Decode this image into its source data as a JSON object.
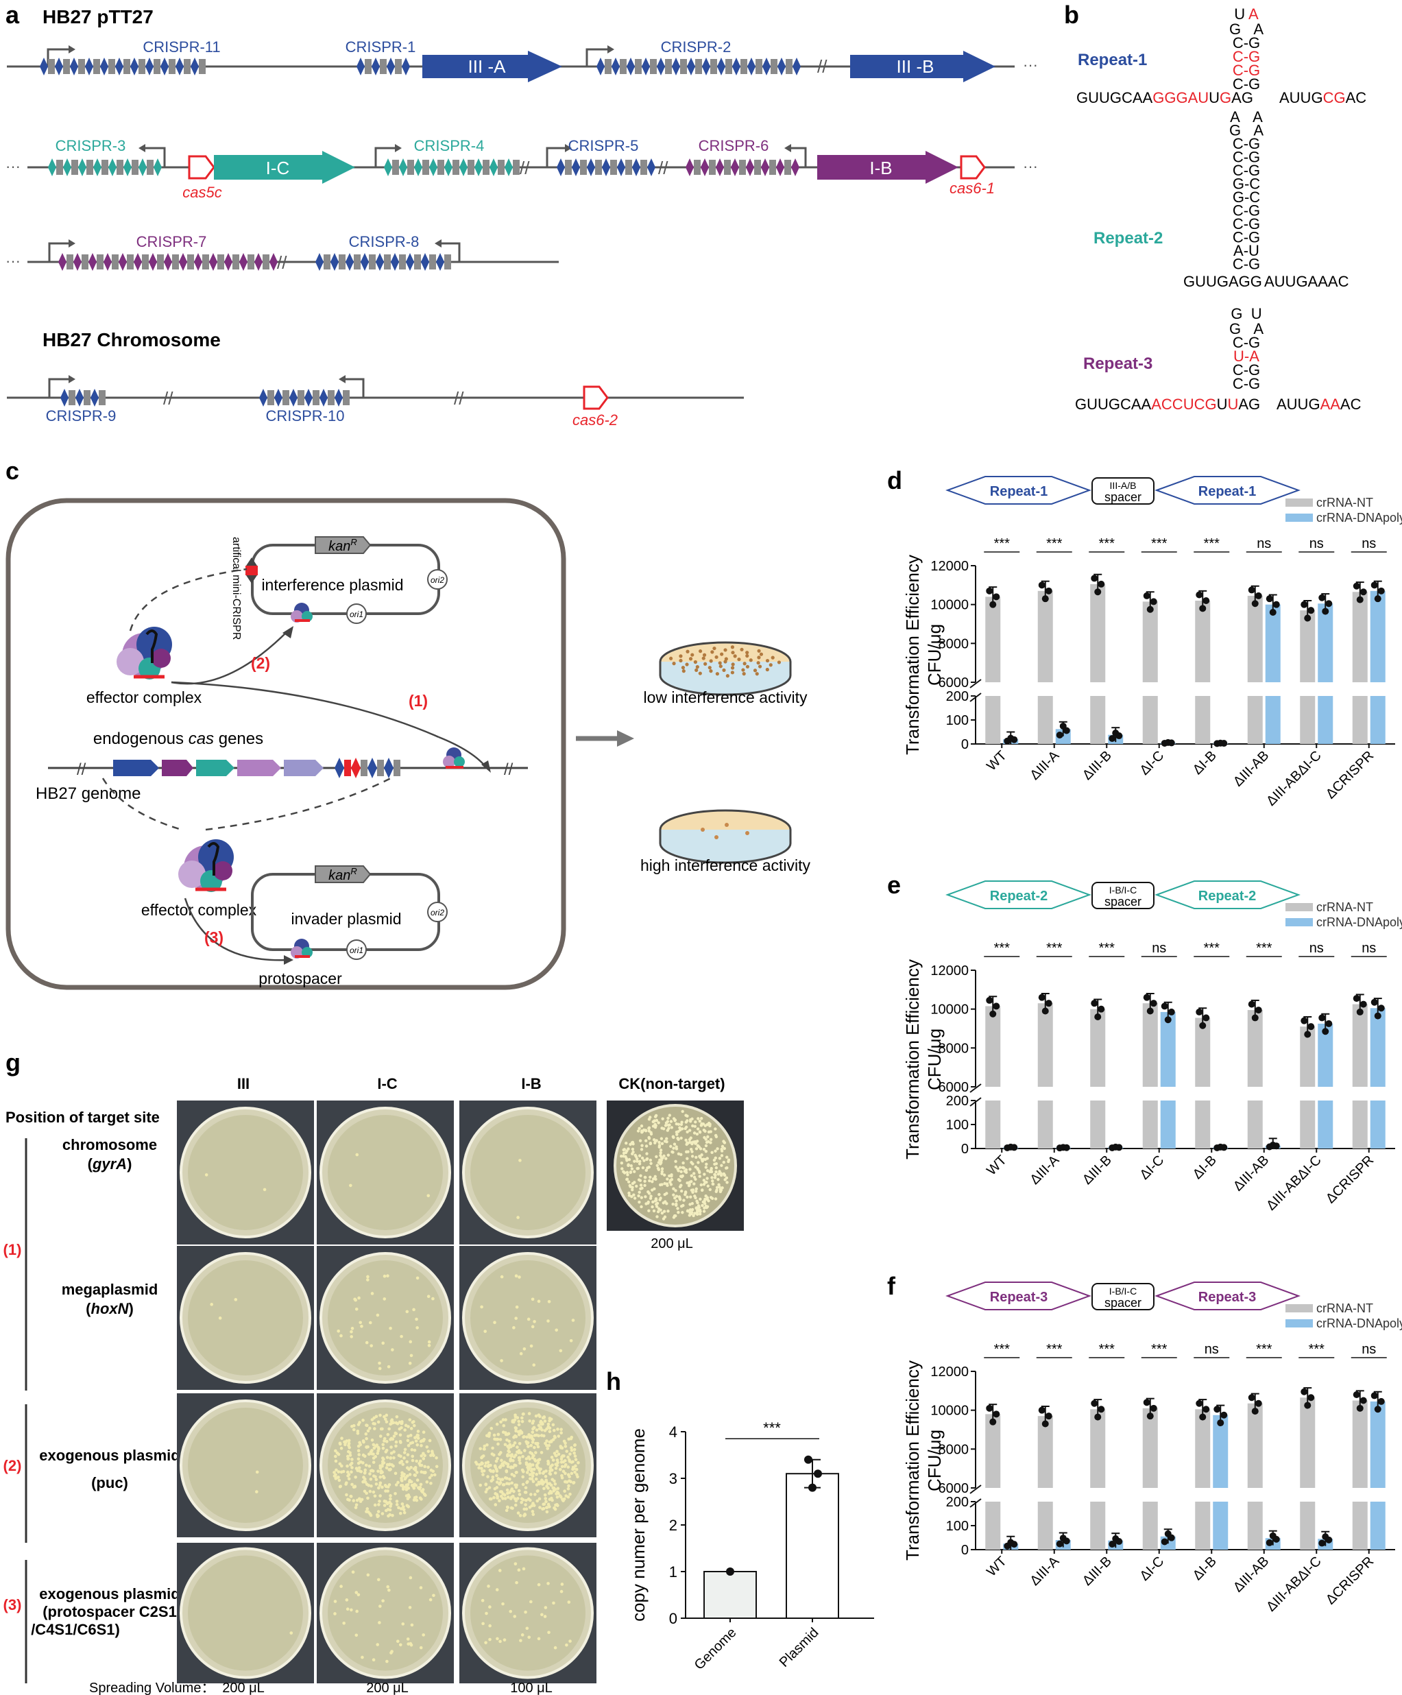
{
  "panel_a": {
    "letter": "a",
    "title1": "HB27  pTT27",
    "title2": "HB27 Chromosome",
    "crispr_labels": [
      "CRISPR-11",
      "CRISPR-1",
      "CRISPR-2",
      "CRISPR-3",
      "CRISPR-4",
      "CRISPR-5",
      "CRISPR-6",
      "CRISPR-7",
      "CRISPR-8",
      "CRISPR-9",
      "CRISPR-10"
    ],
    "gene_labels": [
      "III -A",
      "III -B",
      "I-C",
      "I-B"
    ],
    "cas_labels": [
      "cas5c",
      "cas6-1",
      "cas6-2"
    ]
  },
  "panel_b": {
    "letter": "b",
    "repeat1": {
      "name": "Repeat-1",
      "seq_black1": "GUUGCAA",
      "seq_red1": "GGGAU",
      "seq_black2": "U",
      "seq_red2": "G",
      "seq_black3": "AG",
      "right_black1": "AUUG",
      "right_red": "CG",
      "right_black2": "AC",
      "stem": [
        "U A",
        "G A",
        "C-G",
        "C-G",
        "C-G",
        "C-G"
      ]
    },
    "repeat2": {
      "name": "Repeat-2",
      "left": "GUUGAGG",
      "right": "AUUGAAAC",
      "stem": [
        "A A",
        "G A",
        "C-G",
        "C-G",
        "C-G",
        "G-C",
        "G-C",
        "C-G",
        "C-G",
        "C-G",
        "A-U",
        "C-G"
      ]
    },
    "repeat3": {
      "name": "Repeat-3",
      "seq_black1": "GUUGCAA",
      "seq_red1": "ACCUCG",
      "seq_black2": "U",
      "seq_red2": "U",
      "seq_black3": "AG",
      "right_black1": "AUUG",
      "right_red": "AA",
      "right_black2": "AC",
      "stem": [
        "G U",
        "G A",
        "C-G",
        "U-A",
        "C-G",
        "C-G"
      ]
    }
  },
  "panel_c": {
    "letter": "c",
    "labels": {
      "kanr": "kanR",
      "interference_plasmid": "interference plasmid",
      "mini_crispr": "artifical mini-CRISPR",
      "ori1": "ori1",
      "ori2": "ori2",
      "effector_complex": "effector complex",
      "endogenous": "endogenous cas genes",
      "genome": "HB27 genome",
      "invader_plasmid": "invader plasmid",
      "protospacer": "protospacer",
      "step1": "(1)",
      "step2": "(2)",
      "step3": "(3)",
      "low": "low interference activity",
      "high": "high interference activity"
    }
  },
  "chart_data": [
    {
      "panel": "d",
      "type": "bar",
      "header": {
        "left": "Repeat-1",
        "middle": [
          "III-A/B",
          "spacer"
        ],
        "right": "Repeat-1"
      },
      "categories": [
        "WT",
        "ΔIII-A",
        "ΔIII-B",
        "ΔI-C",
        "ΔI-B",
        "ΔIII-AB",
        "ΔIII-ABΔI-C",
        "ΔCRISPR"
      ],
      "series": [
        {
          "name": "crRNA-NT",
          "values": [
            10400,
            10700,
            11050,
            10150,
            10200,
            10450,
            9700,
            10650
          ]
        },
        {
          "name": "crRNA-DNApolyα",
          "values": [
            20,
            62,
            38,
            5,
            3,
            10000,
            10050,
            10700
          ]
        }
      ],
      "significance": [
        "***",
        "***",
        "***",
        "***",
        "***",
        "ns",
        "ns",
        "ns"
      ],
      "ylabel": "Transformation Efficiency CFU/μg",
      "ylim_upper": [
        6000,
        12000
      ],
      "ylim_lower": [
        0,
        200
      ],
      "yticks_upper": [
        6000,
        8000,
        10000,
        12000
      ],
      "yticks_lower": [
        0,
        100,
        200
      ]
    },
    {
      "panel": "e",
      "type": "bar",
      "header": {
        "left": "Repeat-2",
        "middle": [
          "I-B/I-C",
          "spacer"
        ],
        "right": "Repeat-2"
      },
      "categories": [
        "WT",
        "ΔIII-A",
        "ΔIII-B",
        "ΔI-C",
        "ΔI-B",
        "ΔIII-AB",
        "ΔIII-ABΔI-C",
        "ΔCRISPR"
      ],
      "series": [
        {
          "name": "crRNA-NT",
          "values": [
            10150,
            10300,
            10000,
            10300,
            9550,
            9950,
            9100,
            10250
          ]
        },
        {
          "name": "crRNA-DNApolyα",
          "values": [
            5,
            4,
            5,
            9850,
            5,
            12,
            9250,
            10050
          ]
        }
      ],
      "significance": [
        "***",
        "***",
        "***",
        "ns",
        "***",
        "***",
        "ns",
        "ns"
      ],
      "ylabel": "Transformation Efficiency CFU/μg",
      "ylim_upper": [
        6000,
        12000
      ],
      "ylim_lower": [
        0,
        200
      ],
      "yticks_upper": [
        6000,
        8000,
        10000,
        12000
      ],
      "yticks_lower": [
        0,
        100,
        200
      ]
    },
    {
      "panel": "f",
      "type": "bar",
      "header": {
        "left": "Repeat-3",
        "middle": [
          "I-B/I-C",
          "spacer"
        ],
        "right": "Repeat-3"
      },
      "categories": [
        "WT",
        "ΔIII-A",
        "ΔIII-B",
        "ΔI-C",
        "ΔI-B",
        "ΔIII-AB",
        "ΔIII-ABΔI-C",
        "ΔCRISPR"
      ],
      "series": [
        {
          "name": "crRNA-NT",
          "values": [
            9800,
            9700,
            10050,
            10100,
            10050,
            10350,
            10650,
            10500
          ]
        },
        {
          "name": "crRNA-DNApolyα",
          "values": [
            25,
            40,
            38,
            55,
            9750,
            48,
            45,
            10450
          ]
        }
      ],
      "significance": [
        "***",
        "***",
        "***",
        "***",
        "ns",
        "***",
        "***",
        "ns"
      ],
      "ylabel": "Transformation Efficiency CFU/μg",
      "ylim_upper": [
        6000,
        12000
      ],
      "ylim_lower": [
        0,
        200
      ],
      "yticks_upper": [
        6000,
        8000,
        10000,
        12000
      ],
      "yticks_lower": [
        0,
        100,
        200
      ]
    },
    {
      "panel": "h",
      "type": "bar",
      "categories": [
        "Genome",
        "Plasmid"
      ],
      "values": [
        1.0,
        3.1
      ],
      "significance": "***",
      "ylabel": "copy numer per genome",
      "ylim": [
        0,
        4
      ],
      "yticks": [
        0,
        1,
        2,
        3,
        4
      ]
    }
  ],
  "legend": {
    "nt": "crRNA-NT",
    "dna": "crRNA-DNApolyα",
    "nt_color": "#c4c4c4",
    "dna_color": "#8ec1e8"
  },
  "panel_g": {
    "letter": "g",
    "col_headers": [
      "III",
      "I-C",
      "I-B",
      "CK(non-target)"
    ],
    "position_header": "Position of target site",
    "groups": [
      {
        "num": "(1)",
        "rows": [
          {
            "line1": "chromosome",
            "line2": "(gyrA)"
          },
          {
            "line1": "megaplasmid",
            "line2": "(hoxN)"
          }
        ]
      },
      {
        "num": "(2)",
        "rows": [
          {
            "line1": "exogenous plasmid",
            "line2": "(puc)"
          }
        ]
      },
      {
        "num": "(3)",
        "rows": [
          {
            "line1": "exogenous plasmid",
            "line2": "(protospacer C2S1",
            "line3": "/C4S1/C6S1)"
          }
        ]
      }
    ],
    "ck_volume": "200 μL",
    "spreading_label": "Spreading Volume：",
    "volumes": [
      "200 μL",
      "200 μL",
      "100 μL"
    ]
  },
  "panel_h": {
    "letter": "h"
  },
  "panel_d_letter": "d",
  "panel_e_letter": "e",
  "panel_f_letter": "f",
  "colors": {
    "blue": "#2c4d9e",
    "teal": "#2ba89b",
    "purple": "#7e2f7e",
    "red": "#e8232a",
    "grey": "#7a7a7a"
  }
}
